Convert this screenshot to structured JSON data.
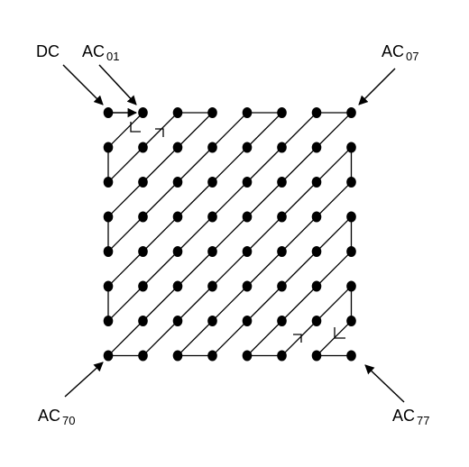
{
  "figure": {
    "subject": "8x8 zig-zag scan order of DCT coefficients",
    "grid_size": 8,
    "labels": {
      "dc": "DC",
      "ac01": {
        "base": "AC",
        "sub": "01"
      },
      "ac07": {
        "base": "AC",
        "sub": "07"
      },
      "ac70": {
        "base": "AC",
        "sub": "70"
      },
      "ac77": {
        "base": "AC",
        "sub": "77"
      }
    },
    "colors": {
      "ink": "#000000",
      "background": "#ffffff"
    }
  }
}
